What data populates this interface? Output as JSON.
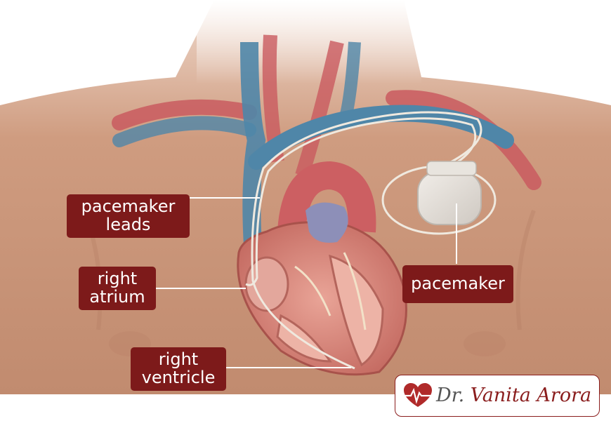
{
  "labels": {
    "pacemaker_leads": [
      "pacemaker",
      "leads"
    ],
    "right_atrium": [
      "right",
      "atrium"
    ],
    "right_ventricle": [
      "right",
      "ventricle"
    ],
    "pacemaker": [
      "pacemaker"
    ]
  },
  "logo": {
    "prefix": "Dr.",
    "name": "Vanita Arora"
  },
  "colors": {
    "label_bg": "#7d1a1a",
    "skin": "#c9977a",
    "vein": "#4f86a8",
    "artery": "#c95a5f",
    "heart_muscle": "#d9887e",
    "device": "#e6e2dd"
  }
}
